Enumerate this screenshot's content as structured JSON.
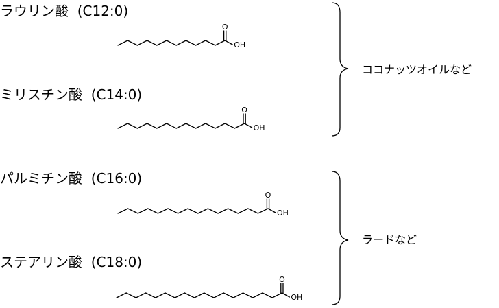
{
  "acids": [
    {
      "name": "ラウリン酸",
      "formula": "(C12:0)"
    },
    {
      "name": "ミリスチン酸",
      "formula": "(C14:0)"
    },
    {
      "name": "パルミチン酸",
      "formula": "(C16:0)"
    },
    {
      "name": "ステアリン酸",
      "formula": "(C18:0)"
    }
  ],
  "groups": [
    {
      "label": "ココナッツオイルなど"
    },
    {
      "label": "ラードなど"
    }
  ],
  "atoms": {
    "oxygen": "O",
    "hydroxyl": "OH"
  },
  "colors": {
    "text": "#000000",
    "bond": "#000000"
  }
}
